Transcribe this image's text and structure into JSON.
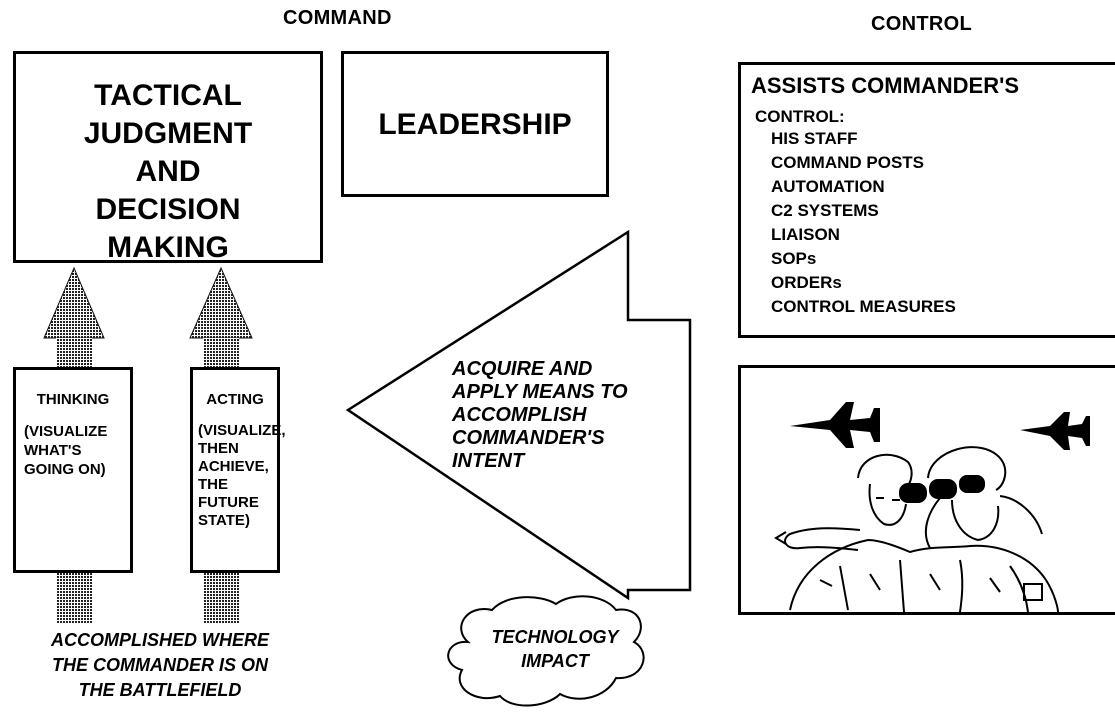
{
  "headers": {
    "command": "COMMAND",
    "control": "CONTROL"
  },
  "tactical_box": {
    "lines": [
      "TACTICAL",
      "JUDGMENT",
      "AND",
      "DECISION",
      "MAKING"
    ]
  },
  "leadership_box": {
    "label": "LEADERSHIP"
  },
  "thinking_box": {
    "title": "THINKING",
    "lines": [
      "(VISUALIZE",
      "WHAT'S",
      "GOING ON)"
    ]
  },
  "acting_box": {
    "title": "ACTING",
    "lines": [
      "(VISUALIZE,",
      "THEN",
      "ACHIEVE,",
      "THE",
      "FUTURE",
      "STATE)"
    ]
  },
  "means_arrow": {
    "lines": [
      "ACQUIRE AND",
      "APPLY MEANS TO",
      "ACCOMPLISH",
      "COMMANDER'S",
      "INTENT"
    ]
  },
  "battlefield_note": {
    "lines": [
      "ACCOMPLISHED WHERE",
      "THE COMMANDER IS ON",
      "THE BATTLEFIELD"
    ]
  },
  "technology_cloud": {
    "lines": [
      "TECHNOLOGY",
      "IMPACT"
    ]
  },
  "control_box": {
    "title": "ASSISTS COMMANDER'S",
    "subtitle": "CONTROL:",
    "items": [
      "HIS STAFF",
      "COMMAND POSTS",
      "AUTOMATION",
      "C2 SYSTEMS",
      "LIAISON",
      "SOPs",
      "ORDERs",
      "CONTROL MEASURES"
    ]
  },
  "illustration": {
    "icons": [
      "fighter-jet-icon",
      "fighter-jet-icon",
      "soldiers-with-binoculars-icon"
    ]
  }
}
